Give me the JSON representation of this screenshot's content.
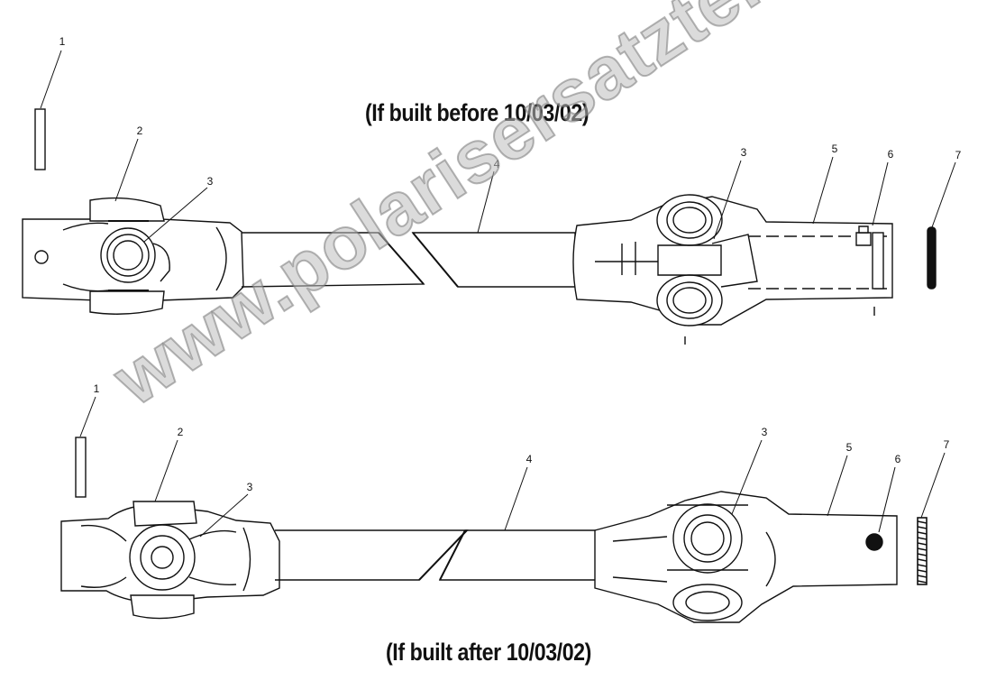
{
  "captions": {
    "top": "(If built before 10/03/02)",
    "bottom": "(If built after 10/03/02)"
  },
  "watermark": "www.polarisersatzteile.de",
  "top_callouts": [
    "1",
    "2",
    "3",
    "4",
    "3",
    "5",
    "6",
    "7"
  ],
  "bottom_callouts": [
    "1",
    "2",
    "3",
    "4",
    "3",
    "5",
    "6",
    "7"
  ]
}
